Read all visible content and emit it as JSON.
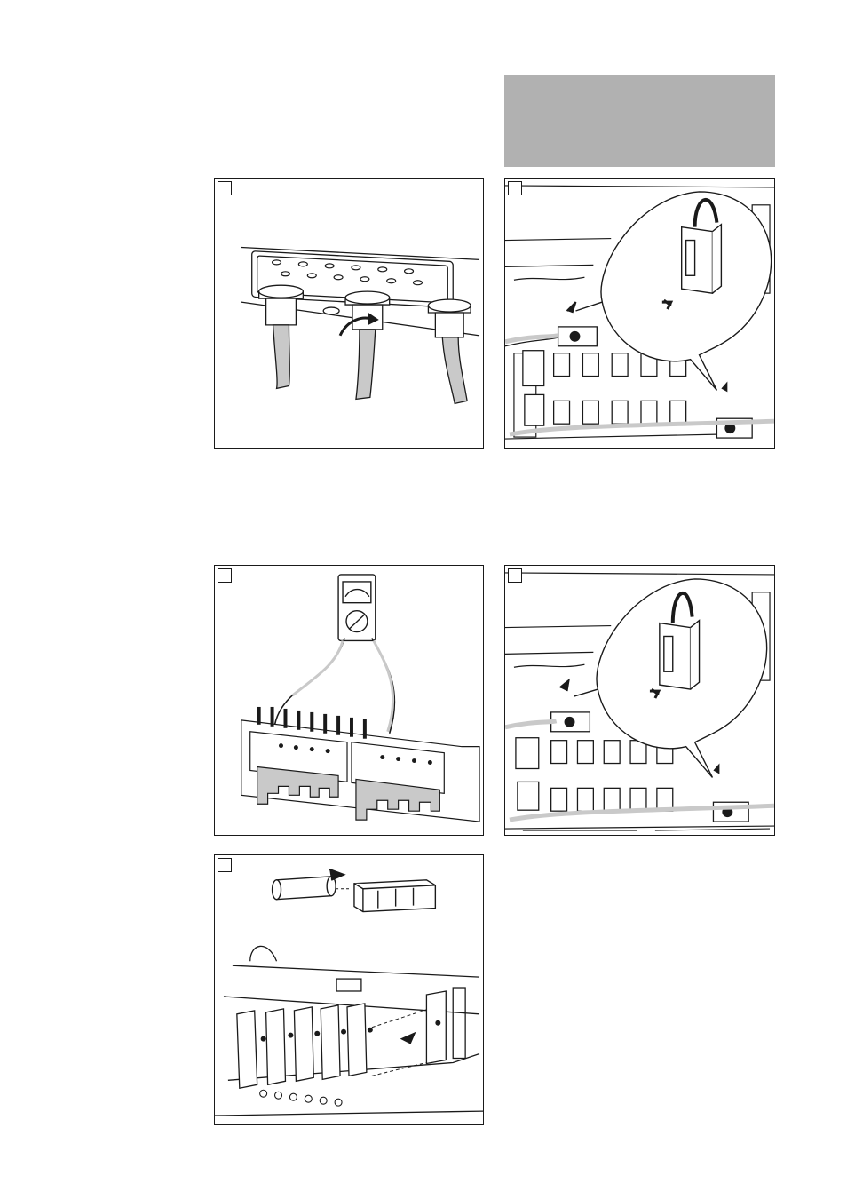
{
  "page": {
    "banner_color": "#b1b1b1",
    "line_color": "#1a1a1a",
    "cable_color": "#c9c9c9"
  },
  "figures": [
    {
      "step": "",
      "illustration": "cable-gland-tightening"
    },
    {
      "step": "",
      "illustration": "fuse-holder-open-detail"
    },
    {
      "step": "",
      "illustration": "multimeter-voltage-measurement"
    },
    {
      "step": "",
      "illustration": "fuse-holder-close-detail"
    },
    {
      "step": "",
      "illustration": "fuse-insertion"
    }
  ]
}
